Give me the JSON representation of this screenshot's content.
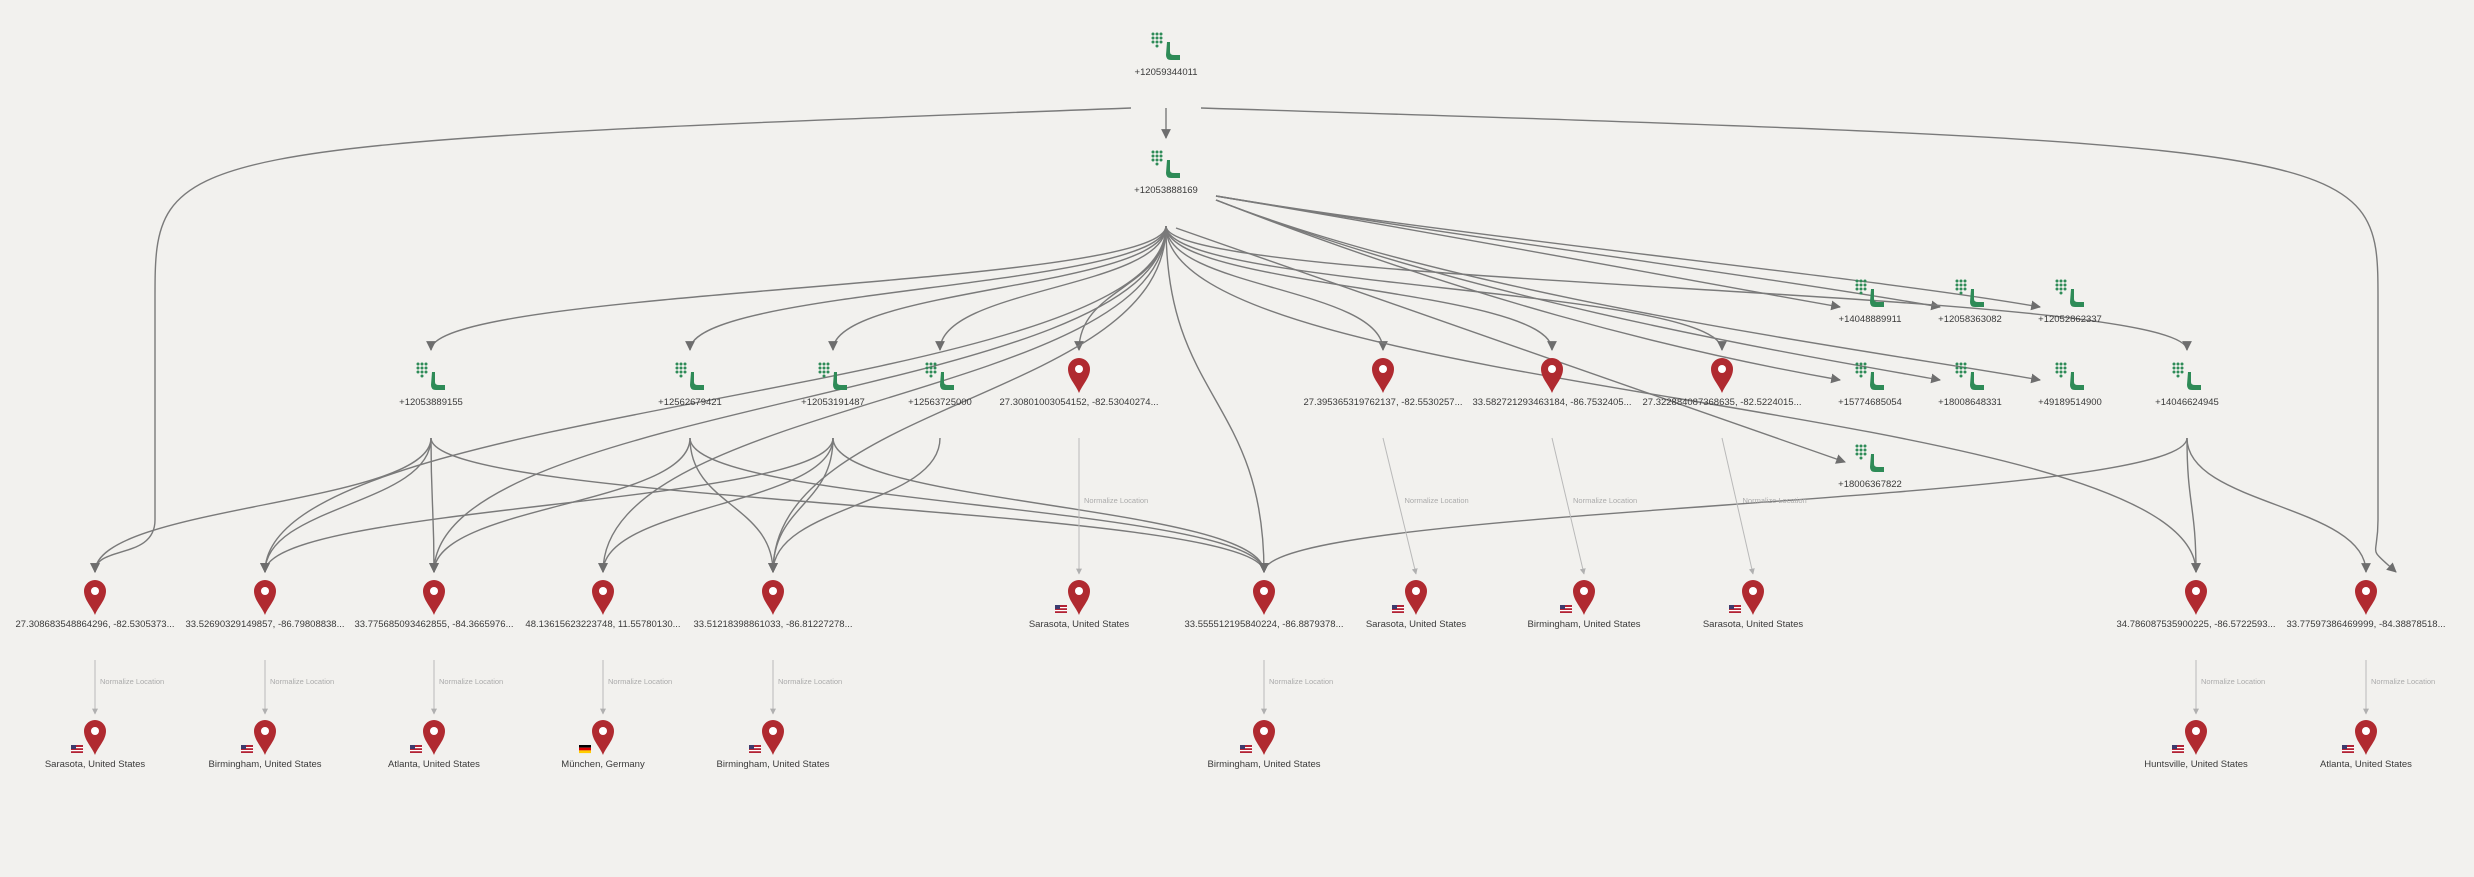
{
  "graph": {
    "colors": {
      "phone": "#2e8b57",
      "pin": "#b02a30",
      "edge": "#7a7a7a",
      "normalize_edge": "#b9b9b9",
      "flag_us_red": "#b22234",
      "flag_us_blue": "#3c3b6e",
      "flag_de": [
        "#000000",
        "#dd0000",
        "#ffce00"
      ]
    },
    "edge_label": "Normalize Location",
    "nodes": [
      {
        "id": "p_root",
        "type": "phone",
        "label": "+12059344011"
      },
      {
        "id": "p_hub",
        "type": "phone",
        "label": "+12053888169"
      },
      {
        "id": "p_a",
        "type": "phone",
        "label": "+12053889155"
      },
      {
        "id": "p_b",
        "type": "phone",
        "label": "+12562679421"
      },
      {
        "id": "p_c",
        "type": "phone",
        "label": "+12053191487"
      },
      {
        "id": "p_d",
        "type": "phone",
        "label": "+12563725000"
      },
      {
        "id": "p_e",
        "type": "phone",
        "label": "+14048889911"
      },
      {
        "id": "p_f",
        "type": "phone",
        "label": "+12058363082"
      },
      {
        "id": "p_g",
        "type": "phone",
        "label": "+12052862337"
      },
      {
        "id": "p_h",
        "type": "phone",
        "label": "+15774685054"
      },
      {
        "id": "p_i",
        "type": "phone",
        "label": "+18008648331"
      },
      {
        "id": "p_j",
        "type": "phone",
        "label": "+49189514900"
      },
      {
        "id": "p_k",
        "type": "phone",
        "label": "+14046624945"
      },
      {
        "id": "p_l",
        "type": "phone",
        "label": "+18006367822"
      },
      {
        "id": "c1",
        "type": "coord",
        "label": "27.30801003054152, -82.53040274..."
      },
      {
        "id": "c2",
        "type": "coord",
        "label": "27.395365319762137, -82.5530257..."
      },
      {
        "id": "c3",
        "type": "coord",
        "label": "33.582721293463184, -86.7532405..."
      },
      {
        "id": "c4",
        "type": "coord",
        "label": "27.322884087368635, -82.5224015..."
      },
      {
        "id": "s1",
        "type": "place",
        "label": "Sarasota, United States",
        "flag": "us"
      },
      {
        "id": "s2",
        "type": "place",
        "label": "Sarasota, United States",
        "flag": "us"
      },
      {
        "id": "s3",
        "type": "place",
        "label": "Birmingham, United States",
        "flag": "us"
      },
      {
        "id": "s4",
        "type": "place",
        "label": "Sarasota, United States",
        "flag": "us"
      },
      {
        "id": "r1",
        "type": "coord",
        "label": "27.308683548864296, -82.5305373..."
      },
      {
        "id": "r2",
        "type": "coord",
        "label": "33.52690329149857, -86.79808838..."
      },
      {
        "id": "r3",
        "type": "coord",
        "label": "33.775685093462855, -84.3665976..."
      },
      {
        "id": "r4",
        "type": "coord",
        "label": "48.13615623223748, 11.55780130..."
      },
      {
        "id": "r5",
        "type": "coord",
        "label": "33.51218398861033, -86.81227278..."
      },
      {
        "id": "r6",
        "type": "coord",
        "label": "33.555512195840224, -86.8879378..."
      },
      {
        "id": "r7",
        "type": "coord",
        "label": "34.786087535900225, -86.5722593..."
      },
      {
        "id": "r8",
        "type": "coord",
        "label": "33.77597386469999, -84.38878518..."
      },
      {
        "id": "b1",
        "type": "place",
        "label": "Sarasota, United States",
        "flag": "us"
      },
      {
        "id": "b2",
        "type": "place",
        "label": "Birmingham, United States",
        "flag": "us"
      },
      {
        "id": "b3",
        "type": "place",
        "label": "Atlanta, United States",
        "flag": "us"
      },
      {
        "id": "b4",
        "type": "place",
        "label": "München, Germany",
        "flag": "de"
      },
      {
        "id": "b5",
        "type": "place",
        "label": "Birmingham, United States",
        "flag": "us"
      },
      {
        "id": "b6",
        "type": "place",
        "label": "Birmingham, United States",
        "flag": "us"
      },
      {
        "id": "b7",
        "type": "place",
        "label": "Huntsville, United States",
        "flag": "us"
      },
      {
        "id": "b8",
        "type": "place",
        "label": "Atlanta, United States",
        "flag": "us"
      }
    ],
    "edges": [
      [
        "p_root",
        "p_hub"
      ],
      [
        "p_root",
        "r1"
      ],
      [
        "p_root",
        "r8"
      ],
      [
        "p_hub",
        "p_a"
      ],
      [
        "p_hub",
        "p_b"
      ],
      [
        "p_hub",
        "p_c"
      ],
      [
        "p_hub",
        "p_d"
      ],
      [
        "p_hub",
        "p_e"
      ],
      [
        "p_hub",
        "p_f"
      ],
      [
        "p_hub",
        "p_g"
      ],
      [
        "p_hub",
        "p_h"
      ],
      [
        "p_hub",
        "p_i"
      ],
      [
        "p_hub",
        "p_j"
      ],
      [
        "p_hub",
        "p_k"
      ],
      [
        "p_hub",
        "p_l"
      ],
      [
        "p_hub",
        "c1"
      ],
      [
        "p_hub",
        "c2"
      ],
      [
        "p_hub",
        "c3"
      ],
      [
        "p_hub",
        "c4"
      ],
      [
        "p_hub",
        "r2"
      ],
      [
        "p_hub",
        "r3"
      ],
      [
        "p_hub",
        "r4"
      ],
      [
        "p_hub",
        "r5"
      ],
      [
        "p_hub",
        "r6"
      ],
      [
        "p_hub",
        "r7"
      ],
      [
        "p_a",
        "r1"
      ],
      [
        "p_a",
        "r2"
      ],
      [
        "p_a",
        "r3"
      ],
      [
        "p_a",
        "r6"
      ],
      [
        "p_b",
        "r3"
      ],
      [
        "p_b",
        "r5"
      ],
      [
        "p_b",
        "r6"
      ],
      [
        "p_c",
        "r2"
      ],
      [
        "p_c",
        "r4"
      ],
      [
        "p_c",
        "r5"
      ],
      [
        "p_c",
        "r6"
      ],
      [
        "p_d",
        "r5"
      ],
      [
        "p_k",
        "r7"
      ],
      [
        "p_k",
        "r8"
      ],
      [
        "p_k",
        "r6"
      ]
    ],
    "normalize_edges": [
      [
        "c1",
        "s1"
      ],
      [
        "c2",
        "s2"
      ],
      [
        "c3",
        "s3"
      ],
      [
        "c4",
        "s4"
      ],
      [
        "r1",
        "b1"
      ],
      [
        "r2",
        "b2"
      ],
      [
        "r3",
        "b3"
      ],
      [
        "r4",
        "b4"
      ],
      [
        "r5",
        "b5"
      ],
      [
        "r6",
        "b6"
      ],
      [
        "r7",
        "b7"
      ],
      [
        "r8",
        "b8"
      ]
    ]
  }
}
